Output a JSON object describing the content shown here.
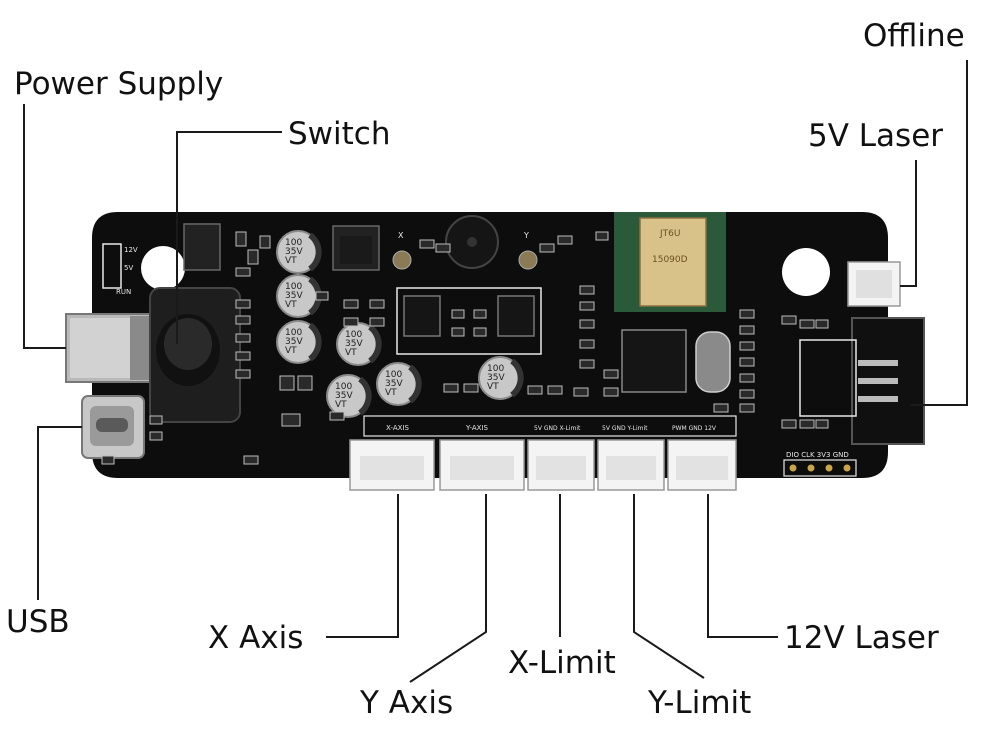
{
  "labels": {
    "power_supply": "Power Supply",
    "switch": "Switch",
    "offline": "Offline",
    "laser_5v": "5V Laser",
    "usb": "USB",
    "x_axis": "X Axis",
    "y_axis": "Y Axis",
    "x_limit": "X-Limit",
    "y_limit": "Y-Limit",
    "laser_12v": "12V Laser"
  },
  "silkscreen": {
    "v12": "12V",
    "v5": "5V",
    "run": "RUN",
    "x": "X",
    "y": "Y",
    "cap_value": "100",
    "cap_voltage": "35V",
    "cap_series": "VT",
    "hdr_x_axis": "X-AXIS",
    "hdr_y_axis": "Y-AXIS",
    "hdr_x_limit": "5V GND X-Limit",
    "hdr_y_limit": "5V GND Y-Limit",
    "hdr_laser": "PWM GND 12V",
    "hdr_debug": "DIO CLK 3V3 GND",
    "wifi_module": "JT6U",
    "wifi_code": "15090D"
  },
  "colors": {
    "board": "#0d0d0d",
    "silk": "#e8e8e8",
    "connector": "#f4f4f4",
    "wifi_shield": "#d9c28a",
    "leader_line": "#1a1a1a"
  }
}
